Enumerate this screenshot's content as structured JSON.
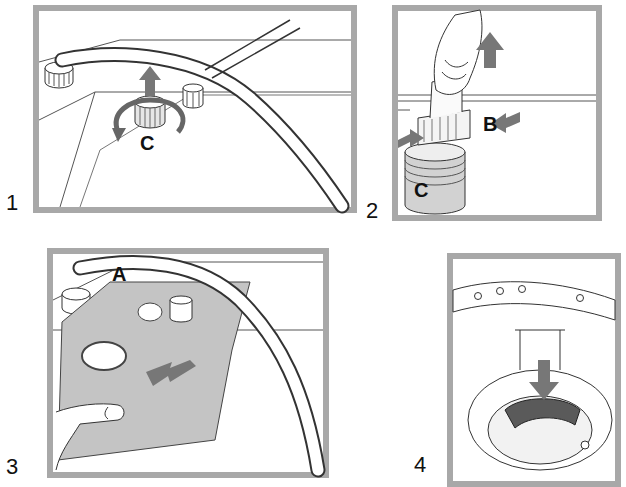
{
  "diagram": {
    "labels": [
      "1",
      "C",
      "2",
      "B",
      "C",
      "3",
      "A",
      "4"
    ]
  }
}
